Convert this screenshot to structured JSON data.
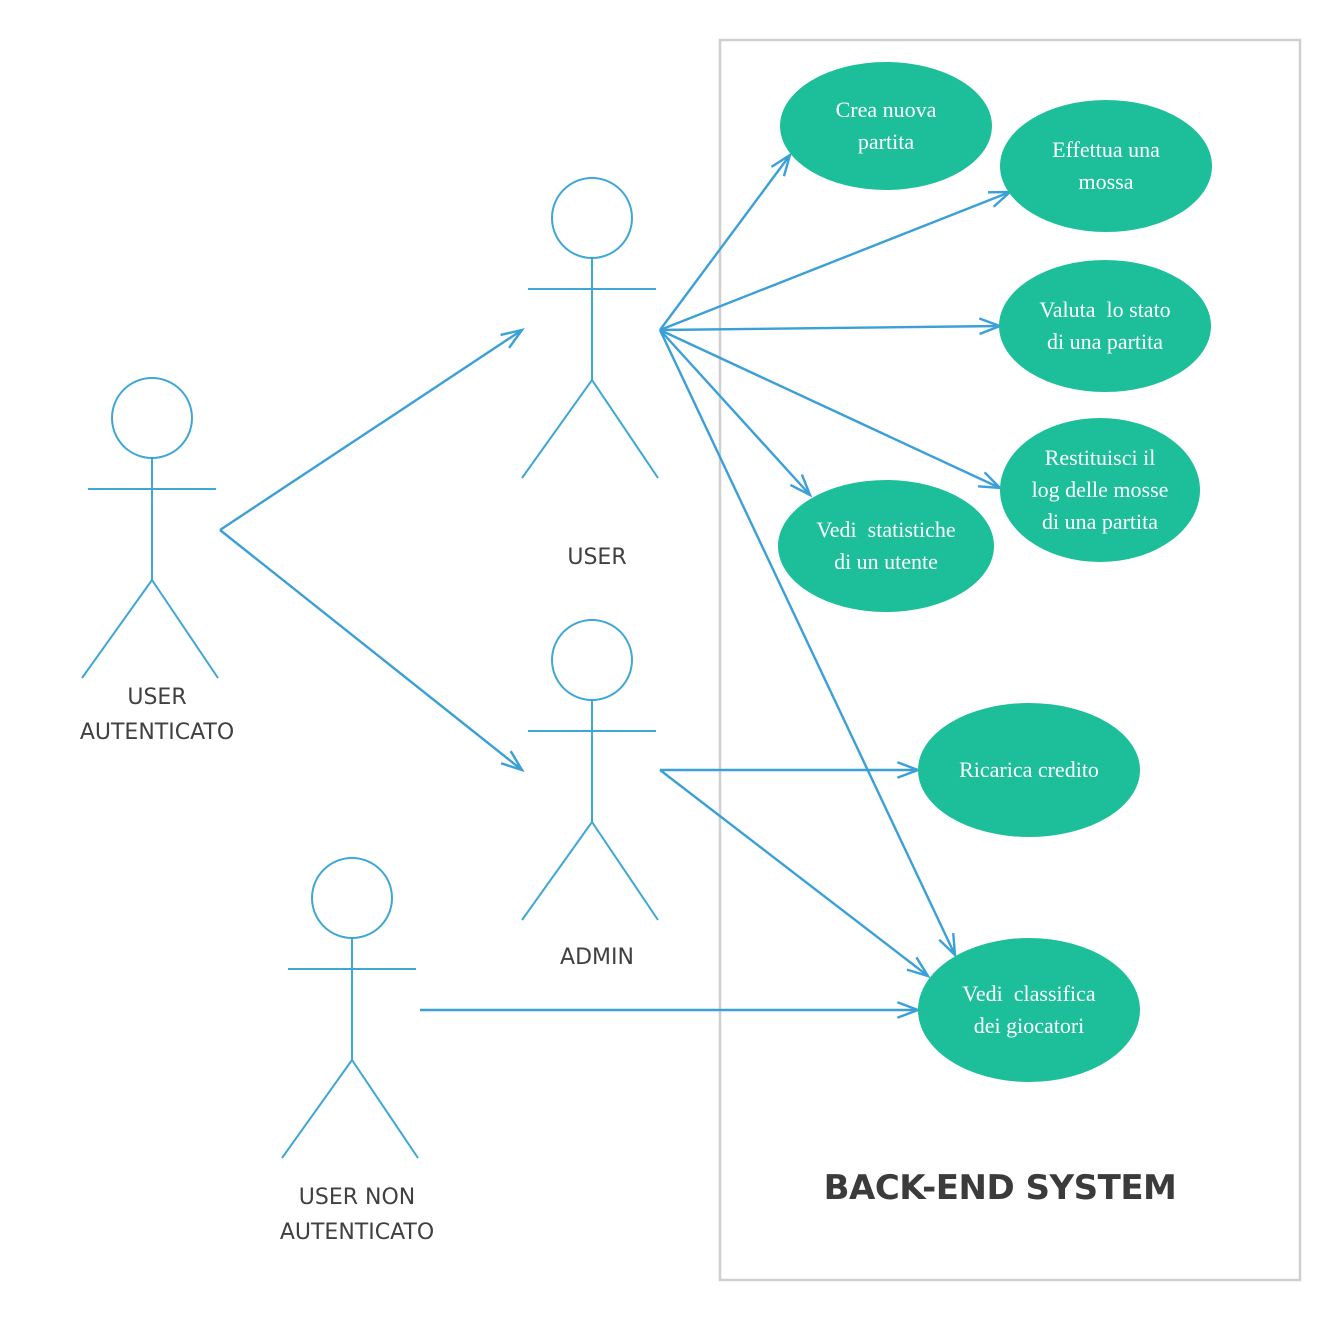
{
  "colors": {
    "line": "#3b9fd8",
    "actor": "#3fa7d6",
    "usecase_fill": "#1dbf9b",
    "boundary": "#cfcfcf",
    "actor_text": "#404040",
    "usecase_text": "#ffffff"
  },
  "system": {
    "title": "BACK-END SYSTEM"
  },
  "actors": [
    {
      "id": "user-autenticato",
      "lines": [
        "USER",
        "AUTENTICATO"
      ]
    },
    {
      "id": "user",
      "lines": [
        "USER"
      ]
    },
    {
      "id": "admin",
      "lines": [
        "ADMIN"
      ]
    },
    {
      "id": "user-non-autenticato",
      "lines": [
        "USER NON",
        "AUTENTICATO"
      ]
    }
  ],
  "use_cases": [
    {
      "id": "crea-nuova-partita",
      "lines": [
        "Crea nuova",
        "partita"
      ]
    },
    {
      "id": "effettua-una-mossa",
      "lines": [
        "Effettua una",
        "mossa"
      ]
    },
    {
      "id": "valuta-lo-stato",
      "lines": [
        "Valuta  lo stato",
        "di una partita"
      ]
    },
    {
      "id": "restituisci-il-log",
      "lines": [
        "Restituisci il",
        "log delle mosse",
        "di una partita"
      ]
    },
    {
      "id": "vedi-statistiche",
      "lines": [
        "Vedi  statistiche",
        "di un utente"
      ]
    },
    {
      "id": "ricarica-credito",
      "lines": [
        "Ricarica credito"
      ]
    },
    {
      "id": "vedi-classifica",
      "lines": [
        "Vedi  classifica",
        "dei giocatori"
      ]
    }
  ],
  "relations": [
    {
      "from": "user-autenticato",
      "to": "user"
    },
    {
      "from": "user-autenticato",
      "to": "admin"
    },
    {
      "from": "user",
      "to": "crea-nuova-partita"
    },
    {
      "from": "user",
      "to": "effettua-una-mossa"
    },
    {
      "from": "user",
      "to": "valuta-lo-stato"
    },
    {
      "from": "user",
      "to": "restituisci-il-log"
    },
    {
      "from": "user",
      "to": "vedi-statistiche"
    },
    {
      "from": "user",
      "to": "vedi-classifica"
    },
    {
      "from": "admin",
      "to": "ricarica-credito"
    },
    {
      "from": "admin",
      "to": "vedi-classifica"
    },
    {
      "from": "user-non-autenticato",
      "to": "vedi-classifica"
    }
  ]
}
